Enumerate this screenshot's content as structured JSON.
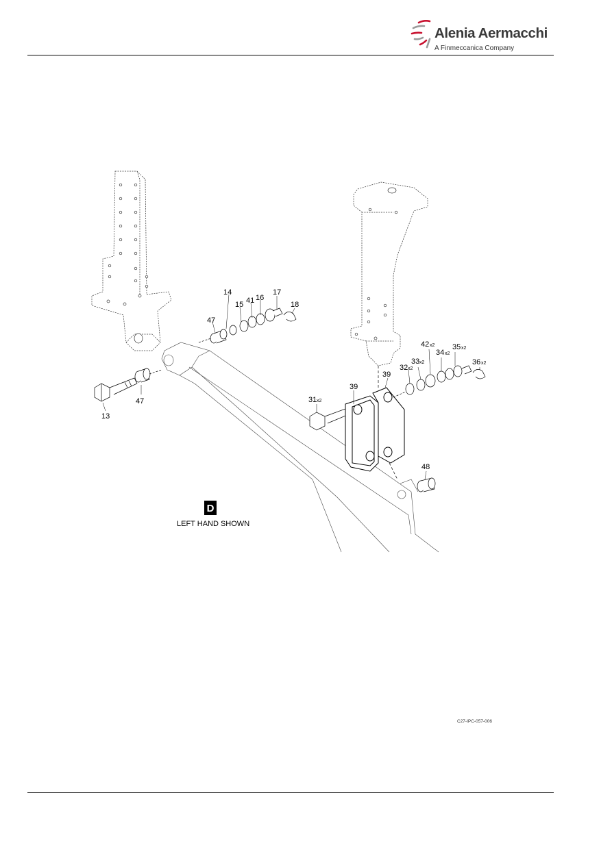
{
  "header": {
    "company": "Alenia Aermacchi",
    "tagline": "A Finmeccanica Company",
    "logo_icon": "propeller-swoosh-icon",
    "logo_color": "#c8102e"
  },
  "figure": {
    "view_letter": "D",
    "note": "LEFT HAND SHOWN",
    "reference": "C27-IPC-057-006",
    "callouts": {
      "c13": "13",
      "c47a": "47",
      "c47b": "47",
      "c14": "14",
      "c15": "15",
      "c41": "41",
      "c16": "16",
      "c17": "17",
      "c18": "18",
      "c31": "31",
      "c39a": "39",
      "c39b": "39",
      "c32": "32",
      "c33": "33",
      "c42": "42",
      "c34": "34",
      "c35": "35",
      "c36": "36",
      "c48": "48"
    },
    "quantity_suffix": "x2"
  }
}
